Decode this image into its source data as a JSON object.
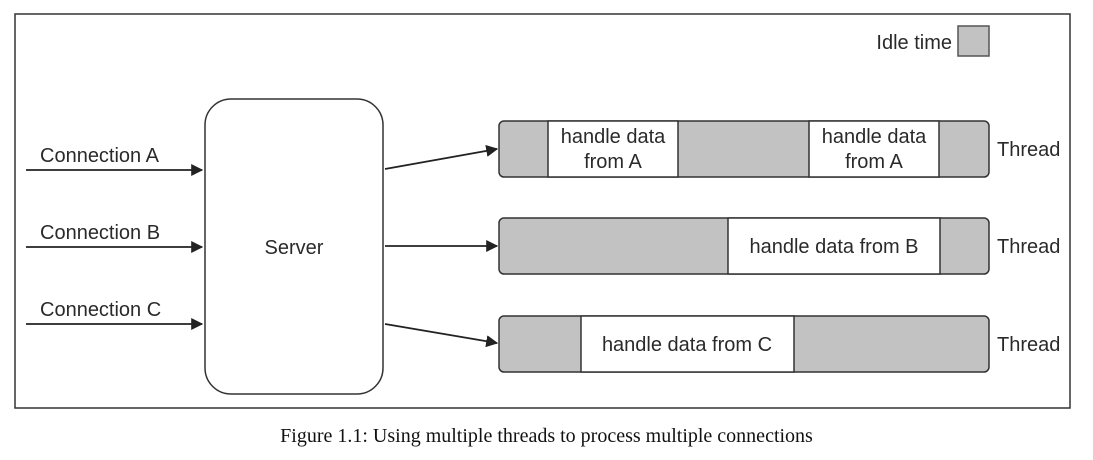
{
  "legend": {
    "label": "Idle time",
    "swatch_color": "#c2c2c2"
  },
  "connections": [
    {
      "label": "Connection A"
    },
    {
      "label": "Connection B"
    },
    {
      "label": "Connection C"
    }
  ],
  "server": {
    "label": "Server"
  },
  "threads": [
    {
      "label": "Thread",
      "work_segments": [
        {
          "line1": "handle data",
          "line2": "from A"
        },
        {
          "line1": "handle data",
          "line2": "from A"
        }
      ]
    },
    {
      "label": "Thread",
      "work_segments": [
        {
          "line1": "handle data from B"
        }
      ]
    },
    {
      "label": "Thread",
      "work_segments": [
        {
          "line1": "handle data from C"
        }
      ]
    }
  ],
  "colors": {
    "idle": "#c2c2c2",
    "work": "#ffffff",
    "stroke": "#333333"
  },
  "caption": "Figure 1.1: Using multiple threads to process multiple connections"
}
